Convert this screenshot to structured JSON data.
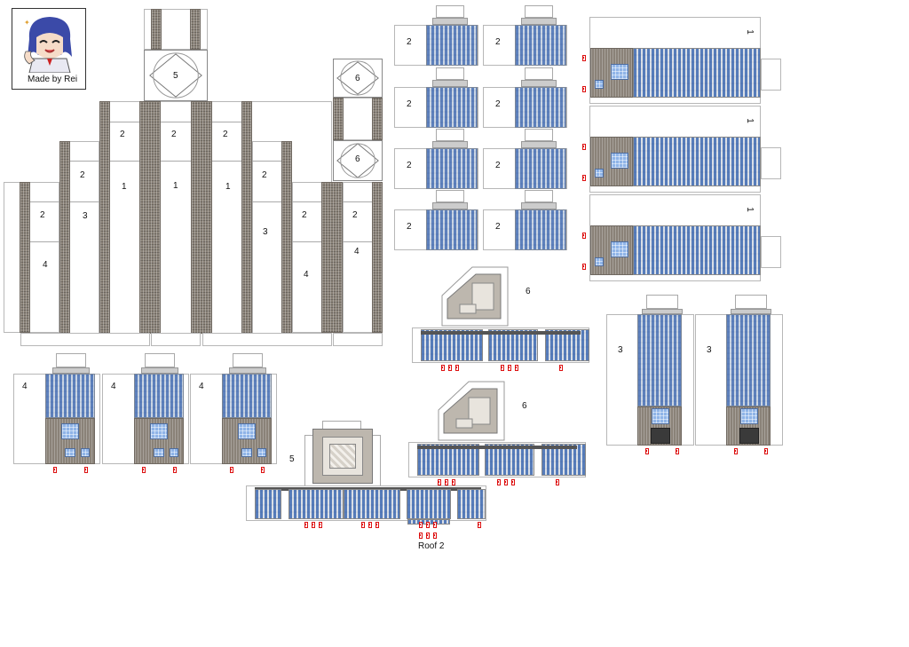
{
  "credit": {
    "text": "Made by Rei"
  },
  "caption": {
    "roof2": "Roof 2"
  },
  "icons": {
    "avatar": "anime-avatar-icon",
    "glue_marks": "red-glue-mark-icon"
  },
  "colors": {
    "facade": "#8a8278",
    "window_blue": "#6b8fc9",
    "glue_mark": "#d11111",
    "fold_line": "#b7b7b7"
  },
  "labels": {
    "tower_5": "5",
    "tower_6a": "6",
    "tower_6b": "6",
    "t_2a": "2",
    "t_2b": "2",
    "t_2c": "2",
    "t_1a": "1",
    "t_1b": "1",
    "t_1c": "1",
    "t_2d": "2",
    "t_3a": "3",
    "t_2e": "2",
    "t_3b": "3",
    "t_2f": "2",
    "t_4a": "4",
    "t_2g": "2",
    "t_4b": "4",
    "t_2h": "2",
    "t_4c": "4",
    "grid2": [
      "2",
      "2",
      "2",
      "2",
      "2",
      "2",
      "2",
      "2"
    ],
    "right1": [
      "1",
      "1",
      "1"
    ],
    "part6a": "6",
    "part6b": "6",
    "big3": [
      "3",
      "3"
    ],
    "bottom4": [
      "4",
      "4",
      "4"
    ],
    "part5": "5"
  }
}
